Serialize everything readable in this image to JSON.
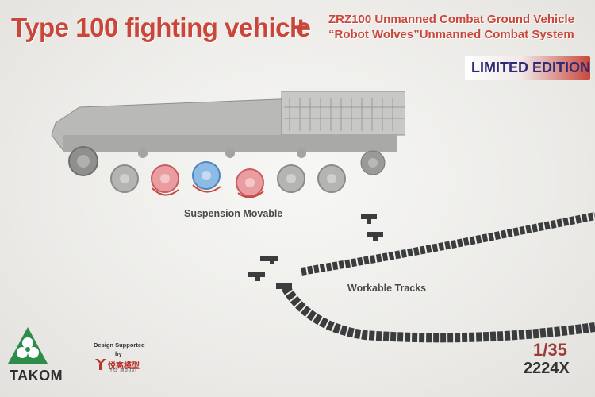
{
  "header": {
    "title": "Type 100 fighting vehicle",
    "plus": "+",
    "subtitle_line1": "ZRZ100 Unmanned Combat Ground Vehicle",
    "subtitle_line2": "“Robot Wolves”Unmanned Combat System",
    "badge": "LIMITED EDITION"
  },
  "callouts": {
    "suspension": "Suspension Movable",
    "tracks": "Workable Tracks"
  },
  "brand": {
    "logo_text": "TAKOM",
    "design_supported": "Design Supported",
    "by": "by",
    "partner_cn": "悦高模型",
    "partner_en": "YG Model"
  },
  "product": {
    "scale": "1/35",
    "code": "2224X"
  },
  "colors": {
    "title_red": "#c9473a",
    "badge_navy": "#2d2b78",
    "wheel_red": "#e56b6f",
    "wheel_blue": "#6fa3d6",
    "hull_gray": "#b9bab7",
    "track_dark": "#3b3c3d",
    "logo_green": "#2c8c4a"
  },
  "icons": {
    "logo": "takom-trefoil-icon",
    "partner": "yg-model-icon"
  }
}
